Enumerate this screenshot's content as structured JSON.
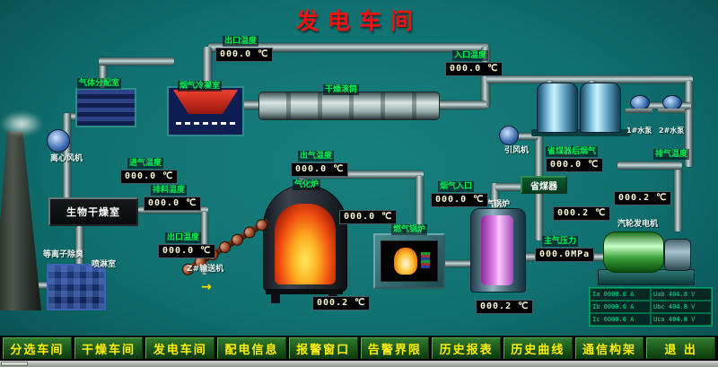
{
  "title": "发电车间",
  "colors": {
    "title_red": "#ee1212",
    "label_green": "#00ef50",
    "menu_yellow": "#ffee00",
    "background_teal": "#107170"
  },
  "equipment": {
    "gas_distribution": "气体分配室",
    "flue_condenser": "烟气冷凝室",
    "drying_drum": "干燥滚筒",
    "pump1": "1#水泵",
    "pump2": "2#水泵",
    "centrifugal_fan": "离心风机",
    "bio_drying_room": "生物干燥室",
    "plasma_deodorizer": "等离子除臭",
    "spray_room": "喷淋室",
    "conveyor": "Z#输送机",
    "gasifier": "气化炉",
    "gas_boiler": "燃气锅炉",
    "steam_boiler": "蒸汽锅炉",
    "economizer": "省煤器",
    "induced_fan": "引风机",
    "turbine_generator": "汽轮发电机"
  },
  "readings": [
    {
      "label": "出口温度",
      "value": "000.0 ℃"
    },
    {
      "label": "入口温度",
      "value": "000.0 ℃"
    },
    {
      "label": "进气温度",
      "value": "000.0 ℃"
    },
    {
      "label": "排料温度",
      "value": "000.0 ℃"
    },
    {
      "label": "出气温度",
      "value": "000.0 ℃"
    },
    {
      "label": "出口温度",
      "value": "000.0 ℃"
    },
    {
      "label": "",
      "value": "000.0 ℃"
    },
    {
      "label": "烟气入口",
      "value": "000.0 ℃"
    },
    {
      "label": "省煤器后烟气",
      "value": "000.0 ℃"
    },
    {
      "label": "",
      "value": "000.2 ℃"
    },
    {
      "label": "主气压力",
      "value": "000.0MPa"
    },
    {
      "label": "排气温度",
      "value": "000.2 ℃"
    },
    {
      "label": "",
      "value": "000.2 ℃"
    },
    {
      "label": "",
      "value": "000.2 ℃"
    }
  ],
  "misc": {
    "flow_arrow": "→"
  },
  "generator_table": {
    "rows": [
      [
        "Ia 0000.0 A",
        "Uab 404.8 V"
      ],
      [
        "Ib 0000.0 A",
        "Ubc 404.8 V"
      ],
      [
        "Ic 0000.0 A",
        "Uca 404.8 V"
      ]
    ]
  },
  "menu": {
    "items": [
      "分选车间",
      "干燥车间",
      "发电车间",
      "配电信息",
      "报警窗口",
      "告警界限",
      "历史报表",
      "历史曲线",
      "通信构架",
      "退 出"
    ]
  }
}
